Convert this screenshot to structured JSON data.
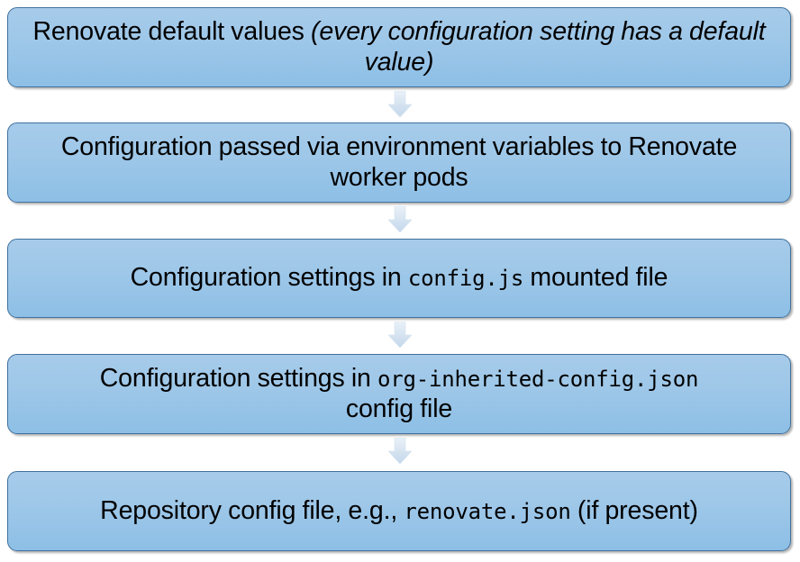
{
  "diagram": {
    "title": "Renovate configuration precedence flow",
    "type": "vertical-flowchart",
    "background_color": "#ffffff",
    "box_fill_top": "#a7cbea",
    "box_fill_bottom": "#8dbfe6",
    "box_border_color": "#41719c",
    "arrow_fill_top": "#e7eef7",
    "arrow_fill_bottom": "#c6d9ec",
    "arrow_border_color": "#d4e2f0",
    "text_color": "#000000",
    "nodes": [
      {
        "id": "renovate-default-values",
        "plain_text": "Renovate default values (every configuration setting has a default value)",
        "segments": [
          {
            "text": "Renovate default values ",
            "style": "normal"
          },
          {
            "text": "(every configuration setting has a default value)",
            "style": "italic"
          }
        ]
      },
      {
        "id": "env-variables",
        "plain_text": "Configuration passed via environment variables to Renovate worker pods",
        "segments": [
          {
            "text": "Configuration passed via environment variables to Renovate worker pods",
            "style": "normal"
          }
        ]
      },
      {
        "id": "config-js-mounted-file",
        "plain_text": "Configuration settings in config.js mounted file",
        "segments": [
          {
            "text": "Configuration settings in ",
            "style": "normal"
          },
          {
            "text": "config.js",
            "style": "mono"
          },
          {
            "text": " mounted file",
            "style": "normal"
          }
        ]
      },
      {
        "id": "org-inherited-config",
        "plain_text": "Configuration settings in org-inherited-config.json config file",
        "segments": [
          {
            "text": "Configuration settings in ",
            "style": "normal"
          },
          {
            "text": "org-inherited-config.json",
            "style": "mono"
          },
          {
            "text": "\nconfig file",
            "style": "normal"
          }
        ]
      },
      {
        "id": "repository-config-file",
        "plain_text": "Repository config file, e.g., renovate.json  (if present)",
        "segments": [
          {
            "text": "Repository config file, e.g., ",
            "style": "normal"
          },
          {
            "text": "renovate.json",
            "style": "mono"
          },
          {
            "text": "  (if present)",
            "style": "normal"
          }
        ]
      }
    ],
    "connectors": [
      {
        "id": "arrow-1",
        "from": "renovate-default-values",
        "to": "env-variables",
        "direction": "down"
      },
      {
        "id": "arrow-2",
        "from": "env-variables",
        "to": "config-js-mounted-file",
        "direction": "down"
      },
      {
        "id": "arrow-3",
        "from": "config-js-mounted-file",
        "to": "org-inherited-config",
        "direction": "down"
      },
      {
        "id": "arrow-4",
        "from": "org-inherited-config",
        "to": "repository-config-file",
        "direction": "down"
      }
    ]
  }
}
